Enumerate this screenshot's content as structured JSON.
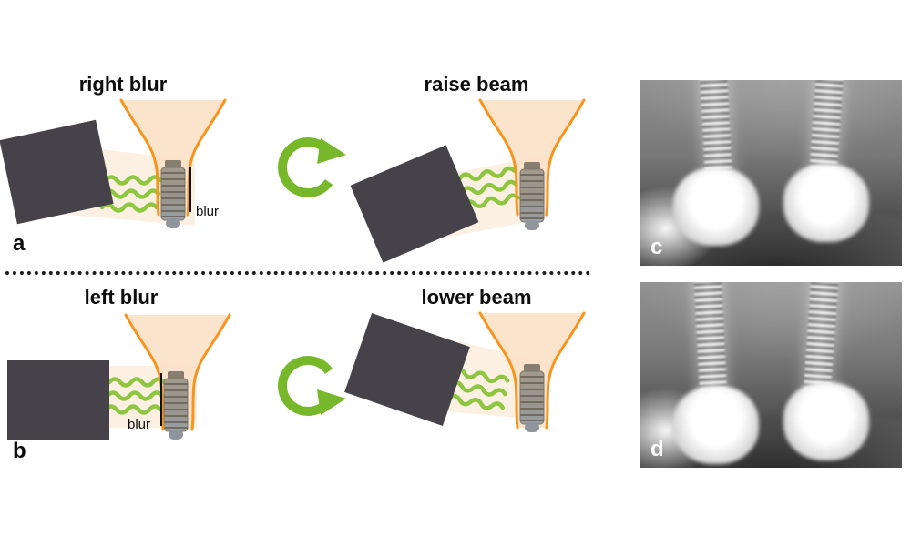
{
  "figure": {
    "panels": {
      "a": {
        "letter": "a",
        "title": "right blur",
        "blur_label": "blur"
      },
      "raise": {
        "title": "raise beam"
      },
      "b": {
        "letter": "b",
        "title": "left blur",
        "blur_label": "blur"
      },
      "lower": {
        "title": "lower beam"
      },
      "c": {
        "letter": "c"
      },
      "d": {
        "letter": "d"
      }
    },
    "colors": {
      "beam-green": "#8dc63f",
      "arrow-green": "#76b82a",
      "socket-orange": "#f7941d",
      "socket-fill": "#f9e2c7",
      "sensor-dark": "#454249"
    }
  }
}
